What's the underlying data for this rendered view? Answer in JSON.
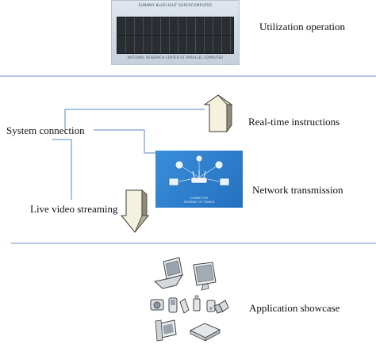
{
  "sections": {
    "utilization": {
      "label": "Utilization operation"
    },
    "network": {
      "system_connection": "System connection",
      "realtime_instructions": "Real-time instructions",
      "network_transmission": "Network transmission",
      "live_video_streaming": "Live video streaming"
    },
    "application": {
      "label": "Application showcase"
    }
  },
  "supercomputer_image": {
    "title_text": "SUNWAY BLUELIGHT SUPERCOMPUTER",
    "footer_text": "NATIONAL RESEARCH CENTER OF PARALLEL COMPUTER"
  },
  "network_image": {
    "caption_line1": "CONNECTED",
    "caption_line2": "INTERNET OF THINGS"
  },
  "colors": {
    "divider": "#6b8fc4",
    "connector": "#5a86c6",
    "arrow_fill_light": "#f4f2dc",
    "arrow_fill_dark": "#8e8c78",
    "arrow_stroke": "#3a3a3a",
    "net_bg": "#2f7fd0"
  }
}
